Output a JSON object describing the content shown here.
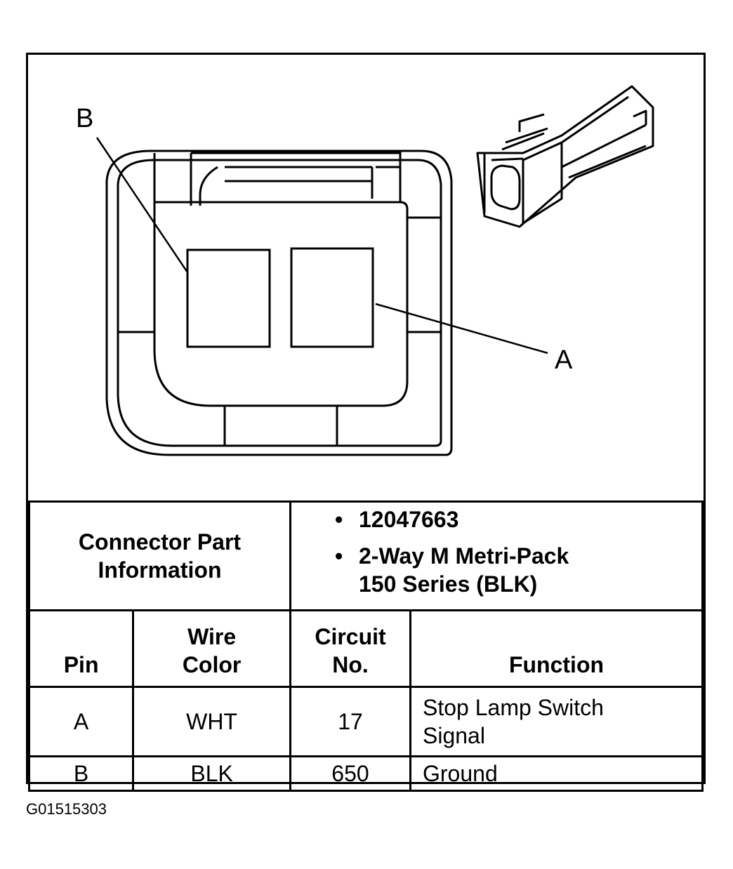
{
  "diagram": {
    "callout_b": "B",
    "callout_a": "A"
  },
  "connector_info": {
    "label": "Connector Part Information",
    "label_line1": "Connector Part",
    "label_line2": "Information",
    "bullet": "•",
    "items": [
      {
        "line1": "12047663",
        "line2": ""
      },
      {
        "line1": "2-Way M Metri-Pack",
        "line2": "150 Series (BLK)"
      }
    ]
  },
  "pin_table": {
    "headers": {
      "pin": "Pin",
      "wire_color_line1": "Wire",
      "wire_color_line2": "Color",
      "circuit_line1": "Circuit",
      "circuit_line2": "No.",
      "function": "Function"
    },
    "rows": [
      {
        "pin": "A",
        "wire_color": "WHT",
        "circuit": "17",
        "function_line1": "Stop Lamp Switch",
        "function_line2": "Signal"
      },
      {
        "pin": "B",
        "wire_color": "BLK",
        "circuit": "650",
        "function_line1": "Ground",
        "function_line2": ""
      }
    ]
  },
  "figure_code": "G01515303"
}
